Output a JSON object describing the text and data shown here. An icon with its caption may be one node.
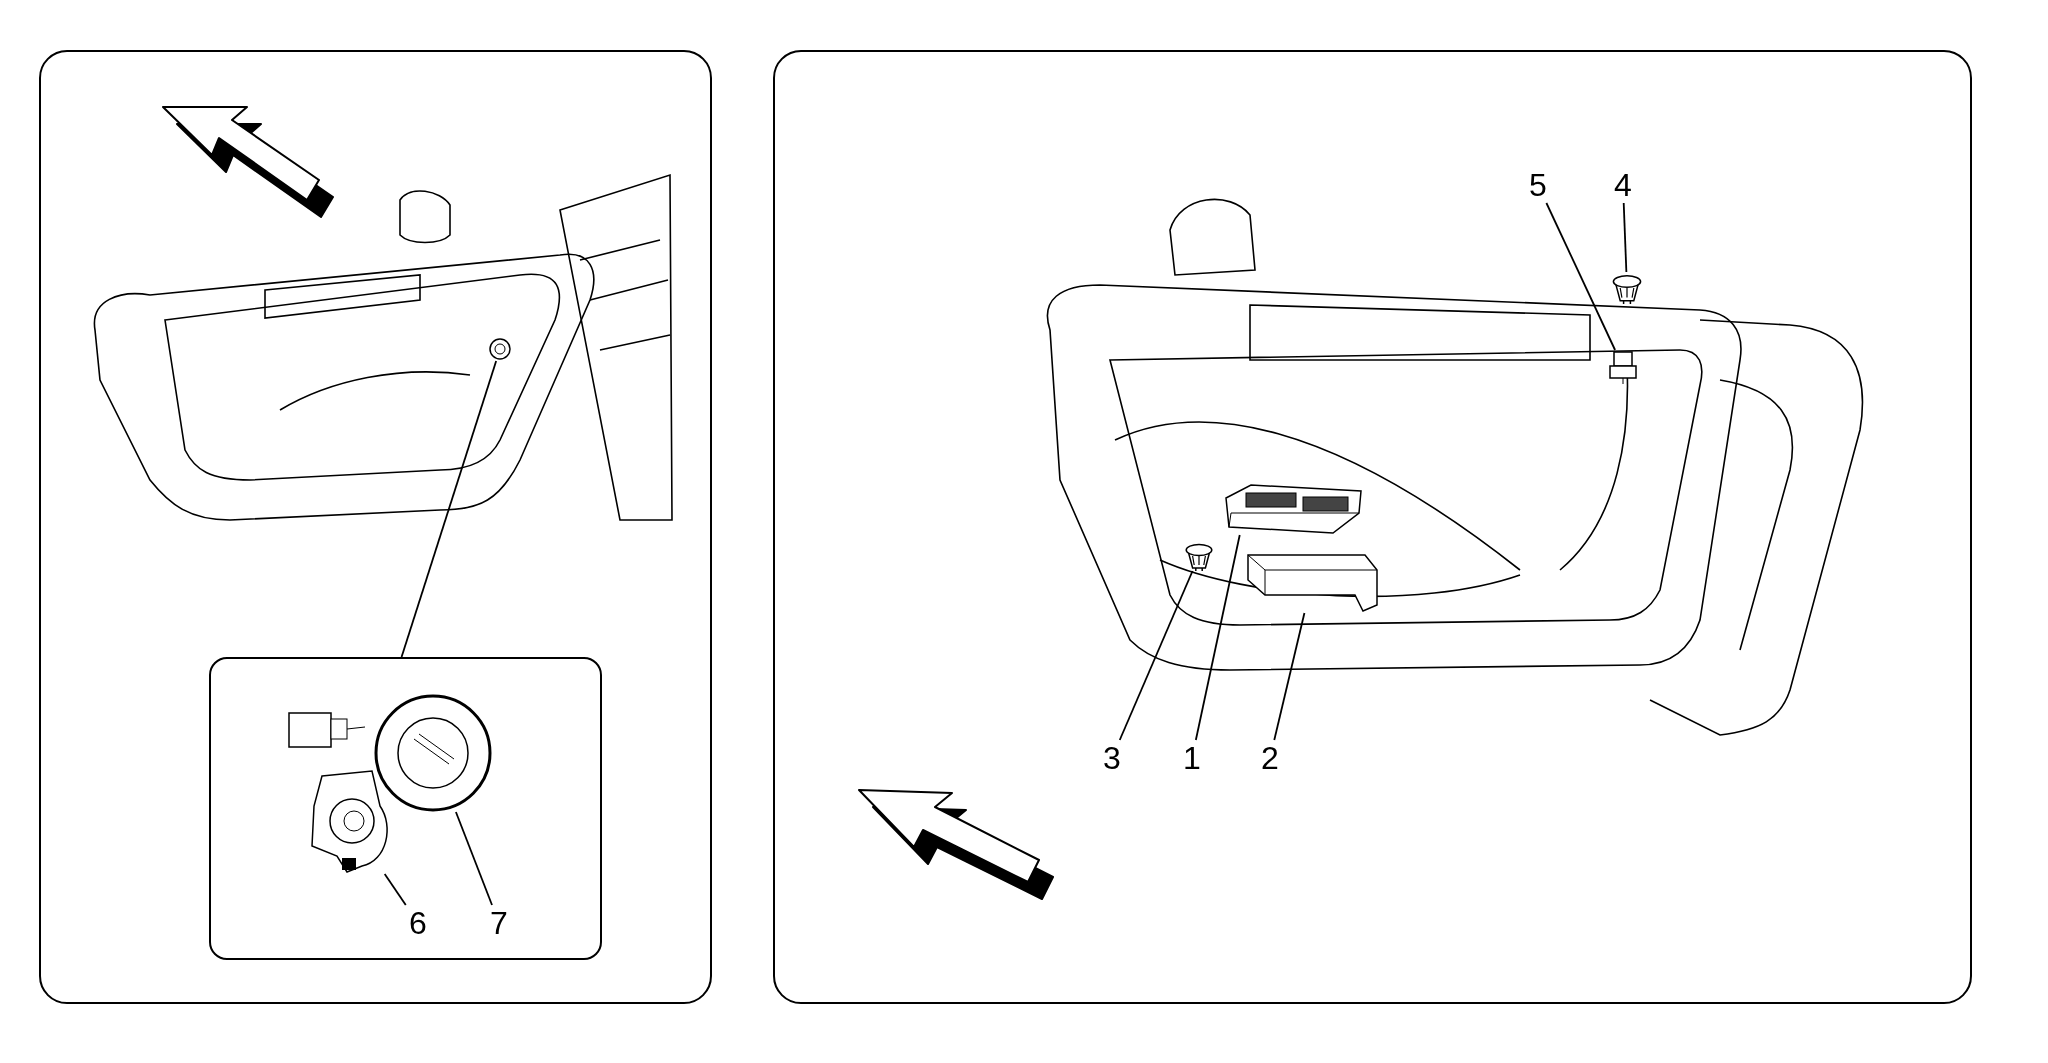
{
  "diagram": {
    "nodes": [
      {
        "text": [],
        "shape": "picture"
      },
      {
        "text": [],
        "shape": "box"
      },
      {
        "text": [],
        "shape": "picture",
        "in": 1
      },
      {
        "text": [],
        "shape": "picture",
        "in": 1
      },
      {
        "text": [
          "6"
        ],
        "in": 1
      },
      {
        "text": [
          "7"
        ],
        "in": 1
      },
      {
        "text": [
          "5"
        ]
      },
      {
        "text": [
          "4"
        ]
      },
      {
        "text": [],
        "shape": "picture"
      },
      {
        "text": [],
        "shape": "picture"
      },
      {
        "text": [
          "3"
        ]
      },
      {
        "text": [
          "1"
        ]
      },
      {
        "text": [
          "2"
        ]
      },
      {
        "text": [],
        "shape": "picture"
      },
      {
        "text": [],
        "shape": "picture"
      },
      {
        "text": [],
        "shape": "picture"
      }
    ],
    "edges": [
      {
        "from": 0,
        "to": 1,
        "arrow": "none"
      },
      {
        "from": 4,
        "to": 2,
        "arrow": "none"
      },
      {
        "from": 5,
        "to": 3,
        "arrow": "none"
      },
      {
        "from": 6,
        "to": 8,
        "arrow": "none"
      },
      {
        "from": 7,
        "to": 9,
        "arrow": "none"
      },
      {
        "from": 10,
        "to": 13,
        "arrow": "none"
      },
      {
        "from": 11,
        "to": 14,
        "arrow": "none"
      },
      {
        "from": 12,
        "to": 15,
        "arrow": "none"
      }
    ]
  }
}
